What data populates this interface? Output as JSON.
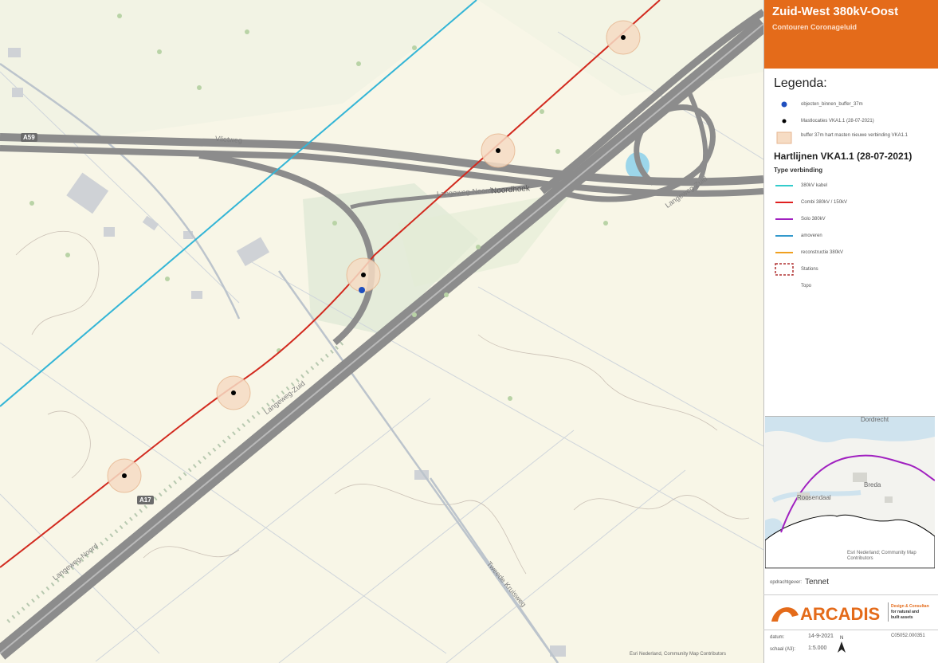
{
  "title": "Zuid-West 380kV-Oost",
  "subtitle": "Contouren Coronageluid",
  "legend": {
    "heading": "Legenda:",
    "items": [
      {
        "label": "objecten_binnen_buffer_37m",
        "symbol": "blue-dot-icon",
        "color": "#1f4fbf"
      },
      {
        "label": "Mastlocaties VKA1.1 (28-07-2021)",
        "symbol": "black-dot-icon",
        "color": "#000000"
      },
      {
        "label": "buffer 37m hart masten nieuwe verbinding VKA1.1",
        "symbol": "buffer-swatch-icon",
        "color": "#f6dcc4"
      }
    ],
    "hartlijnen_heading": "Hartlijnen VKA1.1 (28-07-2021)",
    "type_heading": "Type verbinding",
    "types": [
      {
        "label": "380kV kabel",
        "color": "#33cccc",
        "style": "solid"
      },
      {
        "label": "Combi 380kV / 150kV",
        "color": "#e02020",
        "style": "solid"
      },
      {
        "label": "Solo 380kV",
        "color": "#a020c0",
        "style": "solid"
      },
      {
        "label": "amoveren",
        "color": "#3399cc",
        "style": "solid"
      },
      {
        "label": "reconstructie 380kV",
        "color": "#f0a020",
        "style": "solid"
      },
      {
        "label": "Stations",
        "color": "#b03030",
        "style": "dashed-box"
      },
      {
        "label": "Topo",
        "color": "#ffffff",
        "style": "none"
      }
    ]
  },
  "map_labels": {
    "road_a59": "A59",
    "road_a17": "A17",
    "langeweg_noord": "Langeweg-Noord",
    "noordhoek": "Noordhoek",
    "langeweg_zuid": "Langeweg-Zuid",
    "langeweg_zuid_east": "Langeweg-Zuid",
    "vlietweg": "Vlietweg",
    "langeweg_noord_sw": "Langeweg-Noord",
    "tweede_kruisweg": "Tweede Kruisweg",
    "attribution": "Esri Nederland, Community Map Contributors"
  },
  "inset": {
    "places": [
      "Dordrecht",
      "Breda",
      "Roosendaal"
    ],
    "attribution": "Esri Nederland; Community Map Contributors"
  },
  "footer": {
    "client_label": "opdrachtgever:",
    "client_value": "Tennet",
    "company": "ARCADIS",
    "tagline": "Design & Consultancy for natural and built assets",
    "date_label": "datum:",
    "date_value": "14-9-2021",
    "scale_label": "schaal (A3):",
    "scale_value": "1:5.000",
    "project_number": "C05052.000351",
    "north": "N"
  },
  "colors": {
    "accent": "#e46b1a",
    "map_bg": "#f8f6e7",
    "road": "#8c8c8c",
    "cable_line": "#33b5d6",
    "combi_line": "#d22a1f",
    "buffer": "#f6dcc4"
  }
}
